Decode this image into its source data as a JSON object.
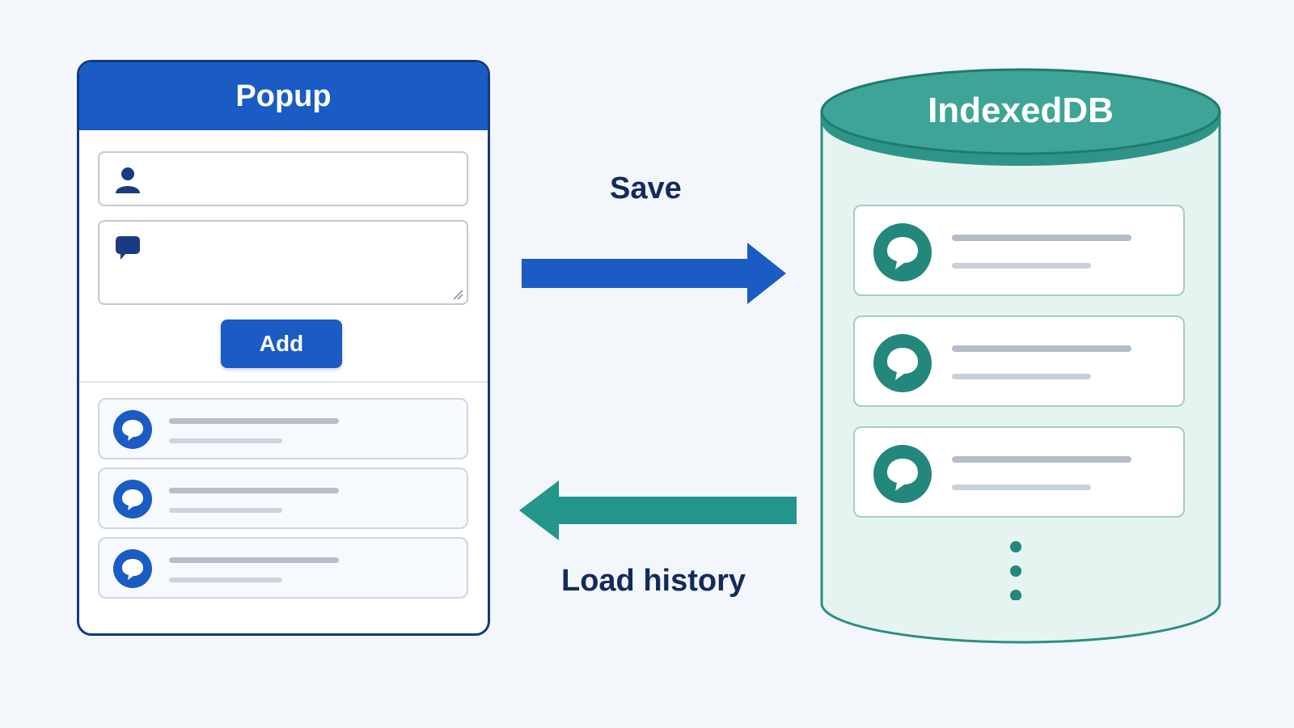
{
  "popup": {
    "title": "Popup",
    "name_field_icon": "user-icon",
    "message_field_icon": "chat-bubble-icon",
    "add_button_label": "Add",
    "list_items": [
      {
        "icon": "chat-bubble-icon"
      },
      {
        "icon": "chat-bubble-icon"
      },
      {
        "icon": "chat-bubble-icon"
      }
    ]
  },
  "arrows": {
    "save_label": "Save",
    "load_label": "Load history"
  },
  "database": {
    "title": "IndexedDB",
    "records": [
      {
        "icon": "chat-bubble-icon"
      },
      {
        "icon": "chat-bubble-icon"
      },
      {
        "icon": "chat-bubble-icon"
      }
    ],
    "more_icon": "vertical-ellipsis-icon"
  },
  "colors": {
    "background": "#f3f7fb",
    "popup_blue": "#1a5bc4",
    "popup_border": "#13397f",
    "db_teal": "#3a9e92",
    "db_dark_teal": "#1f7a70",
    "db_body": "#e6f4f1",
    "label_text": "#132a5c"
  }
}
